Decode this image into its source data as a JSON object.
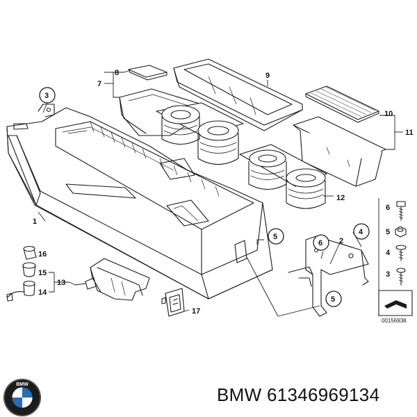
{
  "diagram": {
    "callouts": {
      "c1": "1",
      "c2": "2",
      "c3": "3",
      "c4": "4",
      "c5a": "5",
      "c5b": "5",
      "c6": "6",
      "c7": "7",
      "c8": "8",
      "c9": "9",
      "c10": "10",
      "c11": "11",
      "c12": "12",
      "c13": "13",
      "c14": "14",
      "c15": "15",
      "c16": "16",
      "c17": "17"
    },
    "legend": {
      "l6": "6",
      "l5": "5",
      "l4": "4",
      "l3": "3"
    },
    "diagram_id": "00156938"
  },
  "footer": {
    "brand_logo_text": "BMW",
    "part_number_text": "BMW 61346969134"
  },
  "colors": {
    "line": "#1a1a1a",
    "background": "#ffffff"
  }
}
